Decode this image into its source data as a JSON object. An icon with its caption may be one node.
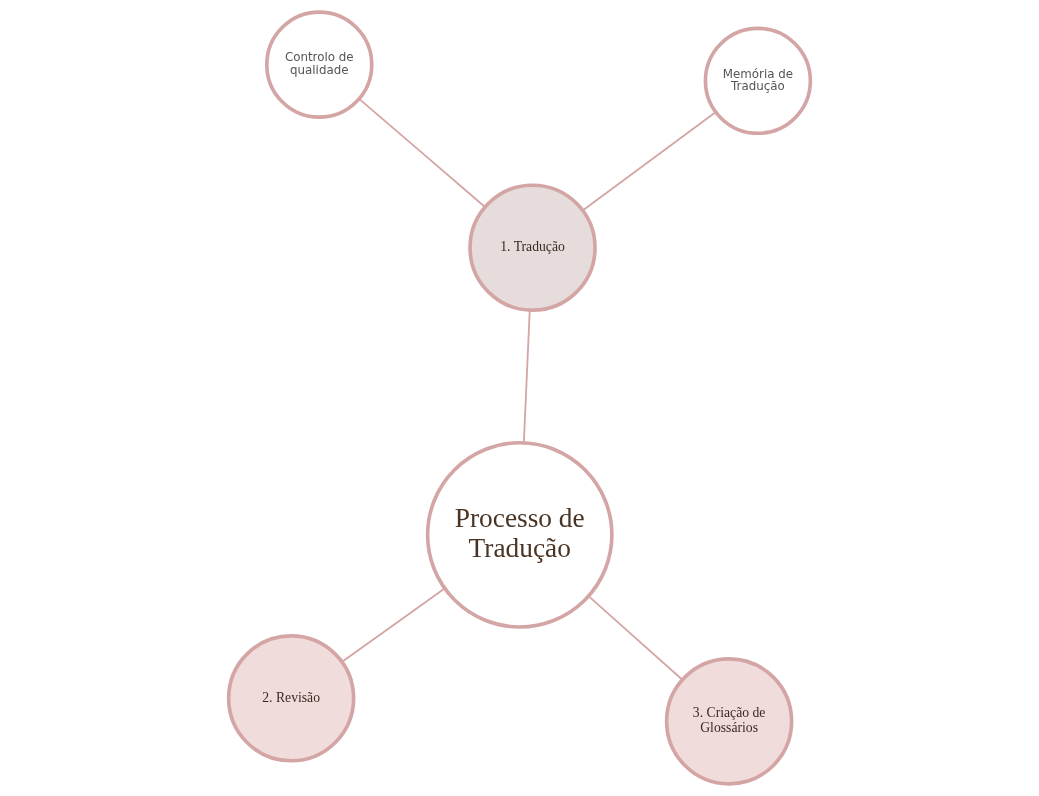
{
  "diagram": {
    "nodes": [
      {
        "text": [
          "Controlo de qualidade"
        ]
      },
      {
        "text": [
          "1. Tradução"
        ]
      },
      {
        "text": [
          "3. Criação de Glossários"
        ]
      },
      {
        "text": [
          "Memória de Tradução"
        ]
      },
      {
        "text": [
          "Processo de Tradução"
        ]
      },
      {
        "text": [
          "2. Revisão"
        ]
      }
    ],
    "edges": [
      {
        "from": 0,
        "to": 1,
        "arrow": "none"
      },
      {
        "from": 3,
        "to": 1,
        "arrow": "none"
      },
      {
        "from": 1,
        "to": 4,
        "arrow": "none"
      },
      {
        "from": 2,
        "to": 4,
        "arrow": "none"
      },
      {
        "from": 5,
        "to": 4,
        "arrow": "none"
      }
    ]
  }
}
